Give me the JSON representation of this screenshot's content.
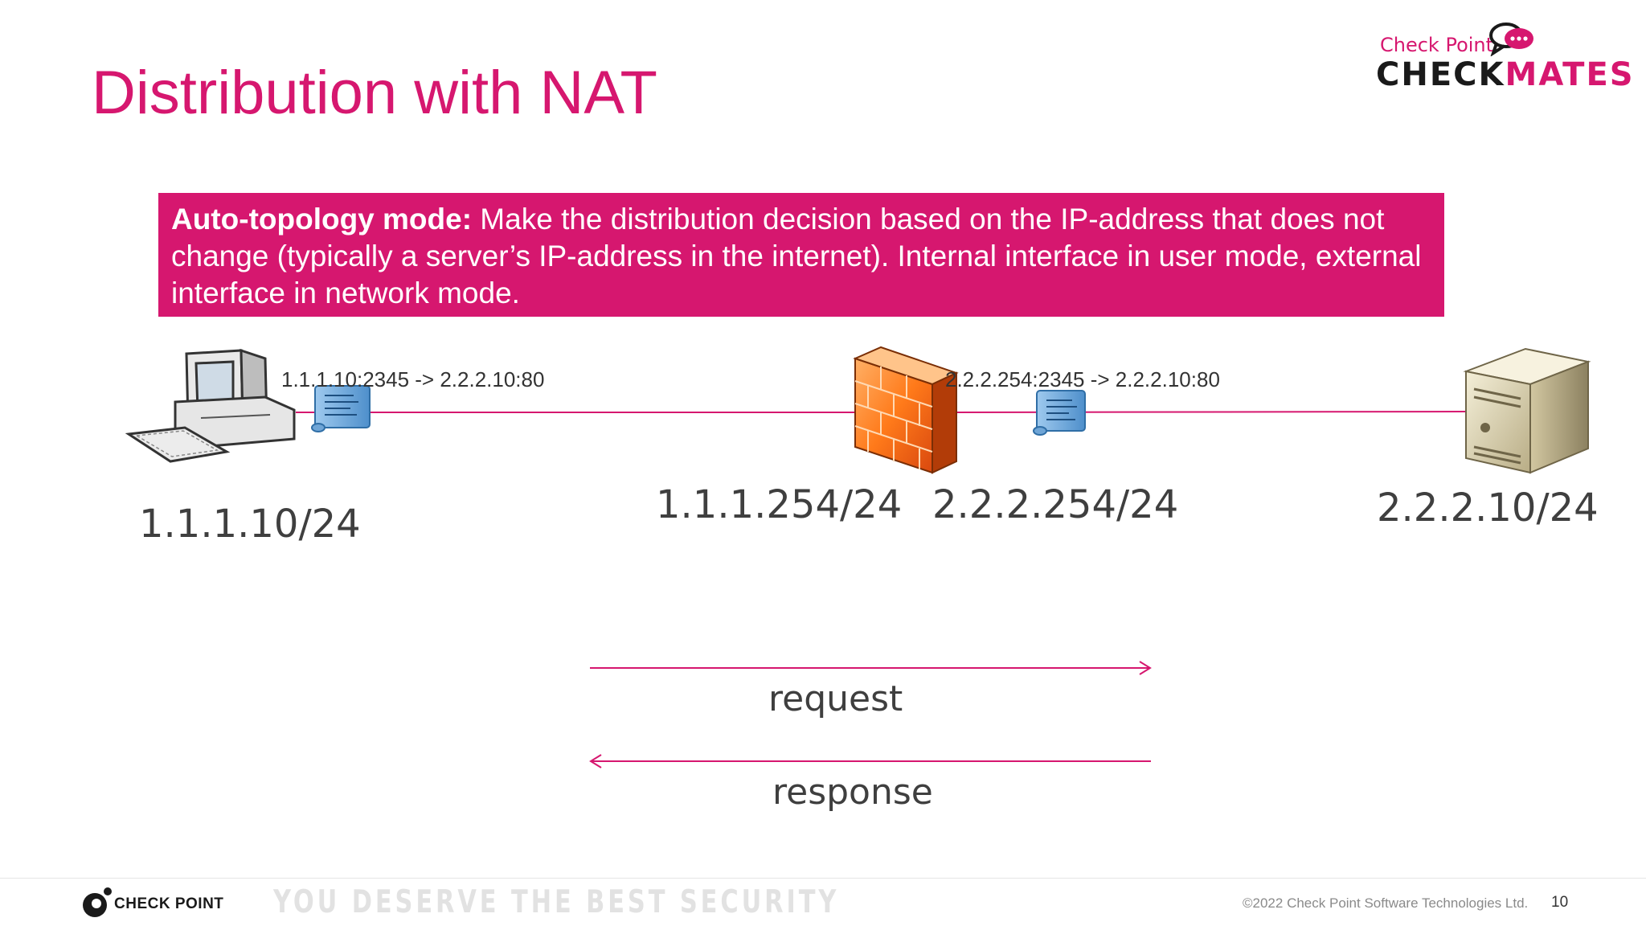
{
  "slide": {
    "title": "Distribution with NAT",
    "callout": {
      "bold": "Auto-topology mode:",
      "text": " Make the distribution decision based on the IP-address that does not change (typically a server’s IP-address in the internet). Internal interface in user mode, external interface in network mode."
    }
  },
  "diagram": {
    "left_packet": "1.1.1.10:2345 -> 2.2.2.10:80",
    "right_packet": "2.2.2.254:2345 -> 2.2.2.10:80",
    "client_ip": "1.1.1.10/24",
    "fw_internal_ip": "1.1.1.254/24",
    "fw_external_ip": "2.2.2.254/24",
    "server_ip": "2.2.2.10/24",
    "request_label": "request",
    "response_label": "response"
  },
  "branding": {
    "checkmates_top": "Check Point",
    "checkmates_check": "CHECK",
    "checkmates_mates": "MATES",
    "company_logo": "CHECK POINT",
    "tagline": "YOU DESERVE THE BEST SECURITY",
    "copyright": "©2022 Check Point Software Technologies Ltd.",
    "page_number": "10"
  },
  "colors": {
    "accent": "#d6176f",
    "line": "#d6176f"
  }
}
